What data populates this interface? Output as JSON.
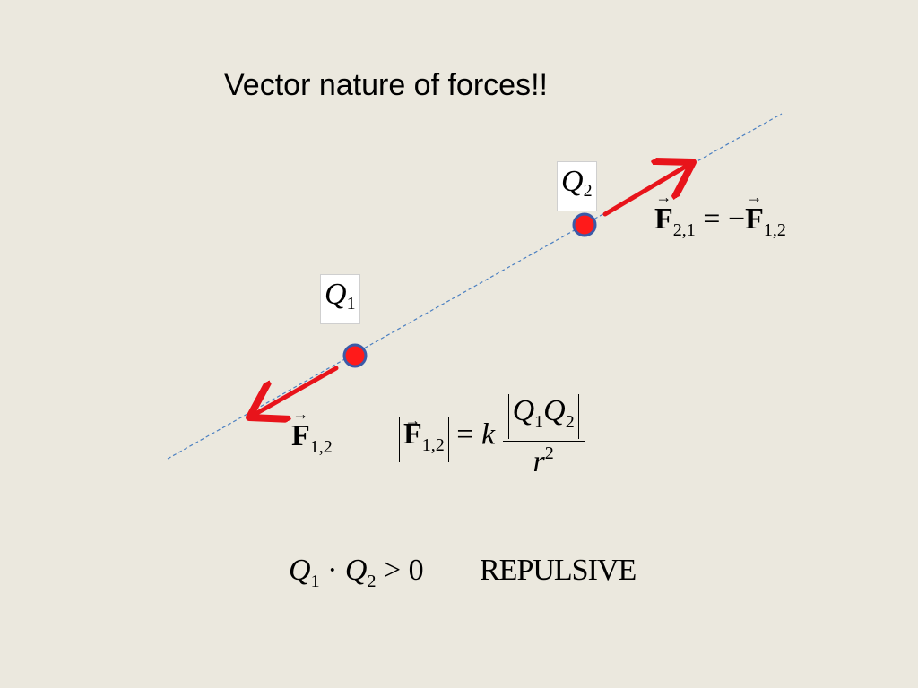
{
  "slide": {
    "title": "Vector nature of forces!!",
    "charges": {
      "q1": {
        "symbol": "Q",
        "subscript": "1"
      },
      "q2": {
        "symbol": "Q",
        "subscript": "2"
      }
    },
    "forces": {
      "f21_equation": {
        "lhs_symbol": "F",
        "lhs_sub": "2,1",
        "relation": " = −",
        "rhs_symbol": "F",
        "rhs_sub": "1,2"
      },
      "f12_label": {
        "symbol": "F",
        "sub": "1,2"
      }
    },
    "coulomb_law": {
      "magnitude_symbol": "F",
      "magnitude_sub": "1,2",
      "equals": " = ",
      "constant": "k",
      "numerator": {
        "q1": "Q",
        "q1_sub": "1",
        "q2": "Q",
        "q2_sub": "2"
      },
      "denominator": {
        "symbol": "r",
        "power": "2"
      }
    },
    "condition": {
      "q1": "Q",
      "q1_sub": "1",
      "dot": " · ",
      "q2": "Q",
      "q2_sub": "2",
      "relation": " > 0"
    },
    "result_label": "REPULSIVE",
    "colors": {
      "background": "#ebe8de",
      "charge_fill": "#ff1a1a",
      "charge_stroke": "#3b5aa8",
      "force_arrow": "#e8141b",
      "line_of_action": "#4a7fc1"
    }
  }
}
